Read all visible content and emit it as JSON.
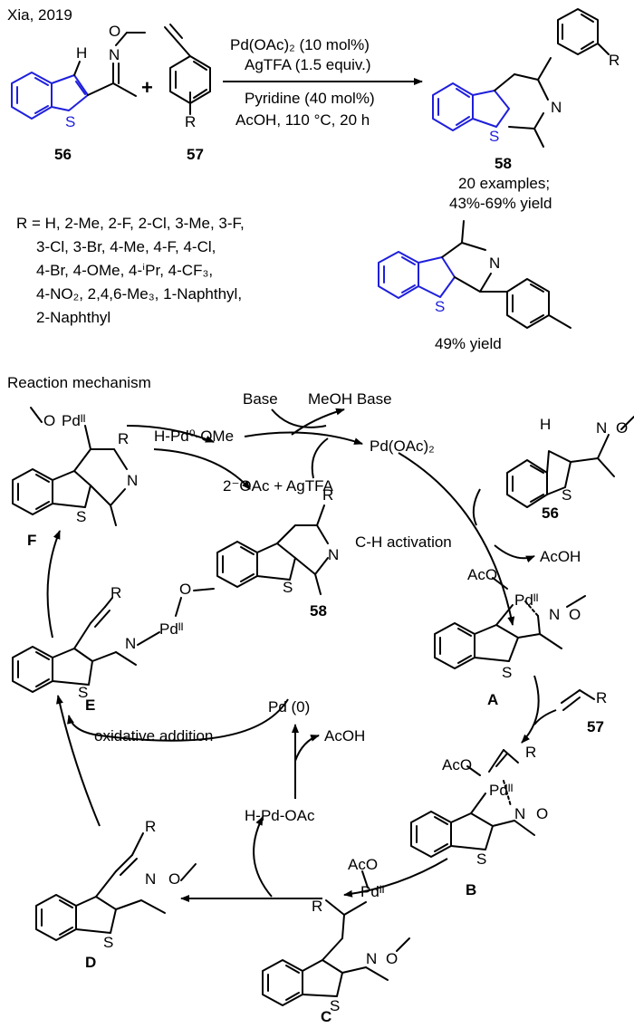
{
  "header": {
    "citation": "Xia, 2019"
  },
  "reaction": {
    "reagent_pd": "Pd(OAc)₂ (10 mol%)",
    "reagent_ag": "AgTFA (1.5 equiv.)",
    "cond_pyr": "Pyridine (40 mol%)",
    "cond_acoh": "AcOH, 110 °C, 20 h",
    "plus": "+",
    "label_56": "56",
    "label_57": "57",
    "label_58": "58",
    "examples": "20 examples;",
    "yield_range": "43%-69% yield"
  },
  "scope": {
    "line1": "R = H, 2-Me, 2-F, 2-Cl, 3-Me, 3-F,",
    "line2": "3-Cl, 3-Br, 4-Me, 4-F, 4-Cl,",
    "line3": "4-Br, 4-OMe, 4-ⁱPr, 4-CF₃,",
    "line4": "4-NO₂, 2,4,6-Me₃, 1-Naphthyl,",
    "line5": "2-Naphthyl",
    "special_yield": "49% yield"
  },
  "mechanism": {
    "title": "Reaction mechanism",
    "base": "Base",
    "meoh_base": "MeOH Base",
    "pd_oac2": "Pd(OAc)₂",
    "h_pd_ome": "H-Pd⁰-OMe",
    "oac_agtfa": "2⁻OAc + AgTFA",
    "ch_activation": "C-H activation",
    "acoh_1": "AcOH",
    "acoh_2": "AcOH",
    "pd0": "Pd (0)",
    "h_pd_oac": "H-Pd-OAc",
    "oxidative_addition": "oxidative addition",
    "labels": {
      "A": "A",
      "B": "B",
      "C": "C",
      "D": "D",
      "E": "E",
      "F": "F",
      "s56": "56",
      "s57": "57",
      "s58": "58"
    }
  },
  "atoms": {
    "H": "H",
    "O": "O",
    "N": "N",
    "S": "S",
    "R": "R",
    "pdII": "Pdᴵᴵ",
    "AcO": "AcO"
  },
  "colors": {
    "core": "#1f1fdc",
    "ink": "#000000",
    "background": "#ffffff"
  }
}
